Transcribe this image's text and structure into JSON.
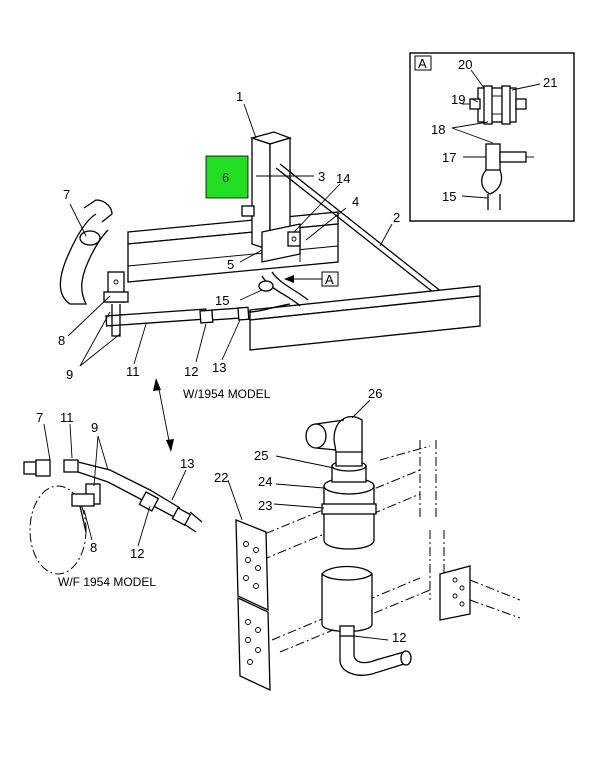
{
  "callouts": {
    "c1": "1",
    "c2": "2",
    "c3": "3",
    "c4": "4",
    "c5": "5",
    "c6": "6",
    "c7a": "7",
    "c8a": "8",
    "c9a": "9",
    "c11a": "11",
    "c12a": "12",
    "c13a": "13",
    "c14": "14",
    "c15a": "15",
    "c7b": "7",
    "c11b": "11",
    "c9b": "9",
    "c8b": "8",
    "c12b": "12",
    "c13b": "13",
    "c22": "22",
    "c23": "23",
    "c24": "24",
    "c25": "25",
    "c26": "26",
    "c12c": "12",
    "c15b": "15",
    "c17": "17",
    "c18": "18",
    "c19": "19",
    "c20": "20",
    "c21": "21"
  },
  "detail_ref": "A",
  "captions": {
    "with_model": "W/1954 MODEL",
    "without_model": "W/F 1954 MODEL"
  },
  "colors": {
    "highlight": "#22dd22",
    "line": "#000000",
    "background": "#ffffff"
  }
}
